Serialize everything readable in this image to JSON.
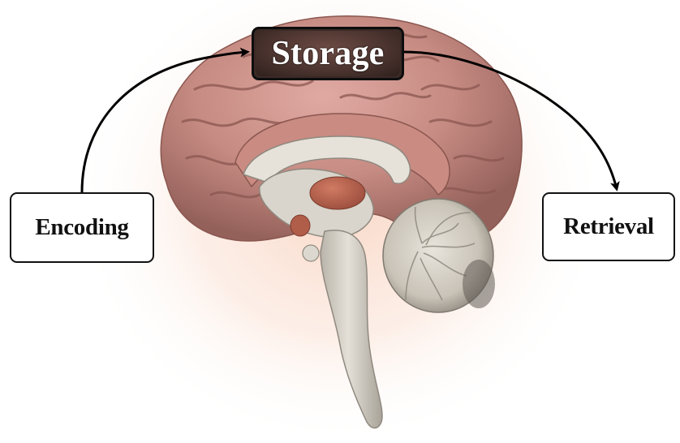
{
  "diagram": {
    "stages": {
      "encoding": "Encoding",
      "storage": "Storage",
      "retrieval": "Retrieval"
    },
    "colors": {
      "cortex": "#c98f88",
      "cortex_shadow": "#8a5750",
      "midline_structures": "#d6d2c9",
      "highlight_regions": "#b2624f",
      "arrows": "#000000",
      "glow": "#f7d8c8"
    }
  }
}
